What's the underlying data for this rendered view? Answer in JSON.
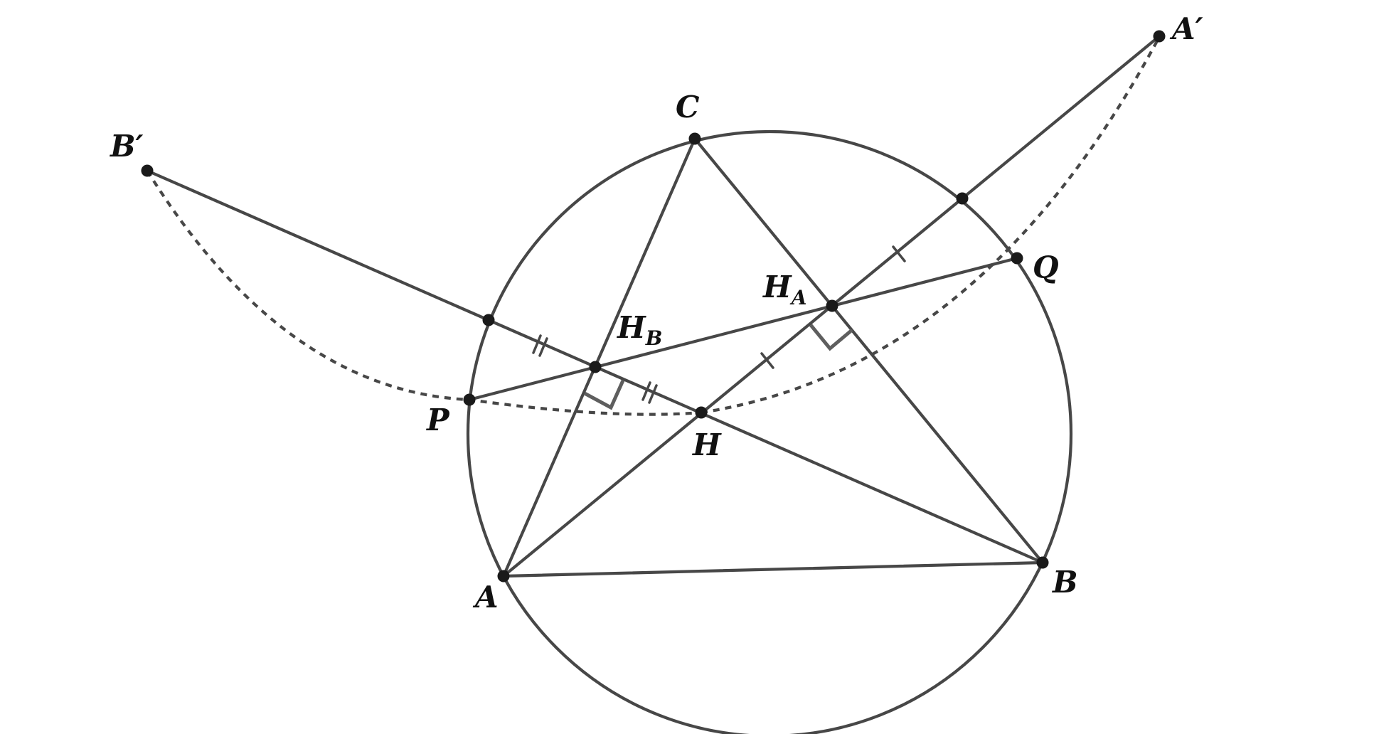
{
  "labels": {
    "A": "A",
    "B": "B",
    "C": "C",
    "H": "H",
    "P": "P",
    "Q": "Q",
    "A_prime": "A′",
    "B_prime": "B′",
    "H_A_main": "H",
    "H_A_sub": "A",
    "H_B_main": "H",
    "H_B_sub": "B"
  },
  "colors": {
    "stroke": "#474747",
    "points": "#1a1a1a",
    "text": "#111111"
  }
}
